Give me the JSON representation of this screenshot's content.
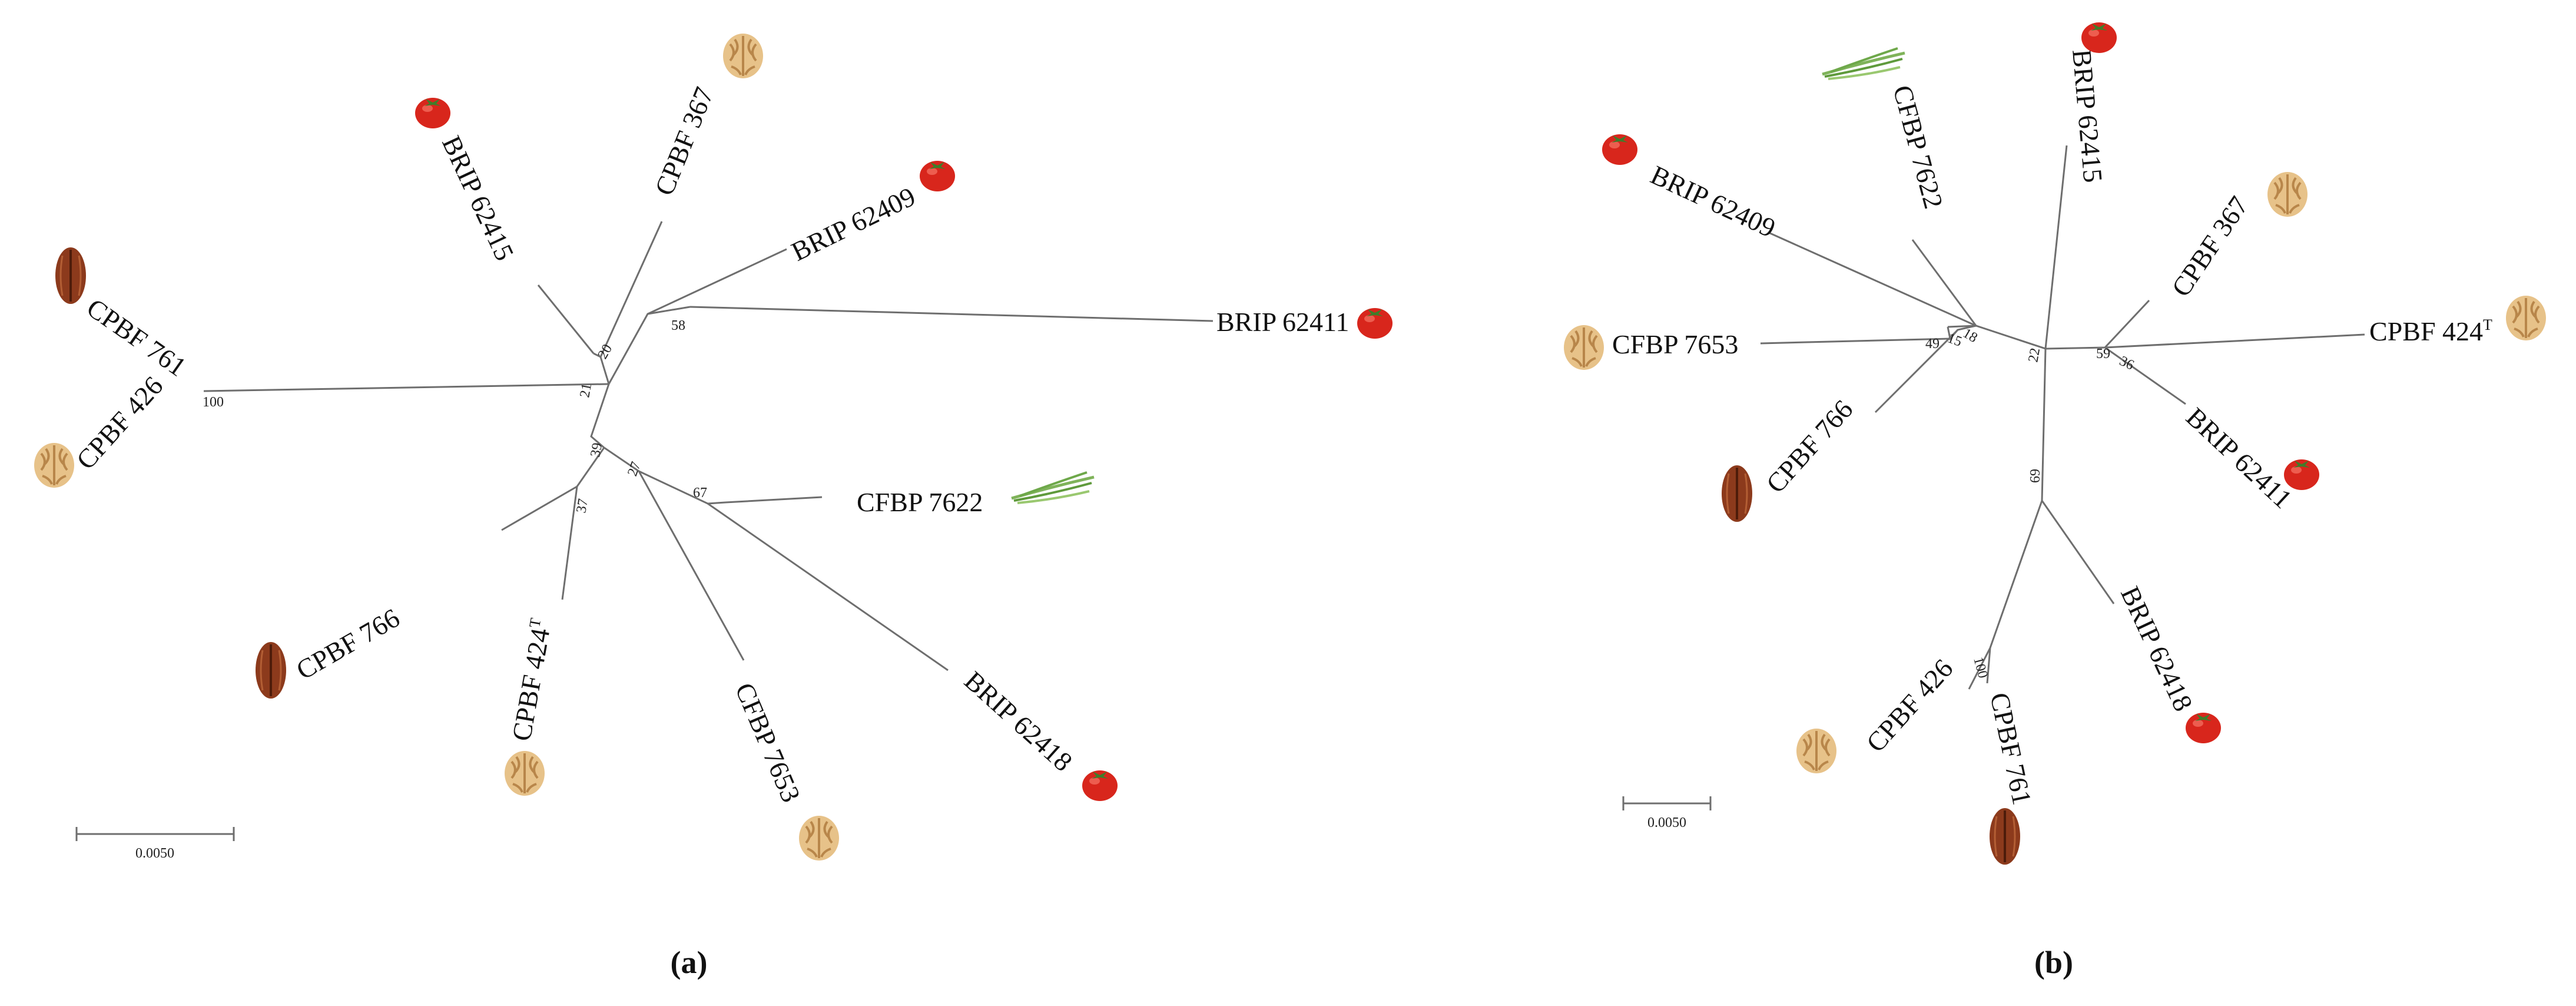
{
  "panels": [
    {
      "label": "(a)",
      "scale_label": "0.0050",
      "leaves": [
        {
          "text": "BRIP 62415",
          "host": "tomato-icon"
        },
        {
          "text": "CPBF 367",
          "host": "walnut-icon"
        },
        {
          "text": "BRIP 62409",
          "host": "tomato-icon"
        },
        {
          "text": "BRIP 62411",
          "host": "tomato-icon"
        },
        {
          "text": "CPBF 761",
          "host": "pecan-icon"
        },
        {
          "text": "CPBF 426",
          "host": "walnut-icon"
        },
        {
          "text": "CFBP 7622",
          "host": "onion-icon"
        },
        {
          "text": "CPBF 766",
          "host": "pecan-icon"
        },
        {
          "text": "CPBF 424",
          "sup": "T",
          "host": "walnut-icon"
        },
        {
          "text": "CFBP 7653",
          "host": "walnut-icon"
        },
        {
          "text": "BRIP 62418",
          "host": "tomato-icon"
        }
      ],
      "bootstrap": [
        "20",
        "58",
        "21",
        "100",
        "39",
        "27",
        "67",
        "37"
      ]
    },
    {
      "label": "(b)",
      "scale_label": "0.0050",
      "leaves": [
        {
          "text": "CFBP 7622",
          "host": "onion-icon"
        },
        {
          "text": "BRIP 62415",
          "host": "tomato-icon"
        },
        {
          "text": "BRIP 62409",
          "host": "tomato-icon"
        },
        {
          "text": "CPBF 367",
          "host": "walnut-icon"
        },
        {
          "text": "CFBP 7653",
          "host": "walnut-icon"
        },
        {
          "text": "CPBF 424",
          "sup": "T",
          "host": "walnut-icon"
        },
        {
          "text": "CPBF 766",
          "host": "pecan-icon"
        },
        {
          "text": "BRIP 62411",
          "host": "tomato-icon"
        },
        {
          "text": "BRIP 62418",
          "host": "tomato-icon"
        },
        {
          "text": "CPBF 426",
          "host": "walnut-icon"
        },
        {
          "text": "CPBF 761",
          "host": "pecan-icon"
        }
      ],
      "bootstrap": [
        "49",
        "15",
        "18",
        "22",
        "59",
        "36",
        "69",
        "100"
      ]
    }
  ],
  "colors": {
    "tomato": "#d8261c",
    "walnut": "#e7c289",
    "pecan": "#8c3a1c",
    "onion": "#7fb35a",
    "branch": "#6e6e6e"
  }
}
